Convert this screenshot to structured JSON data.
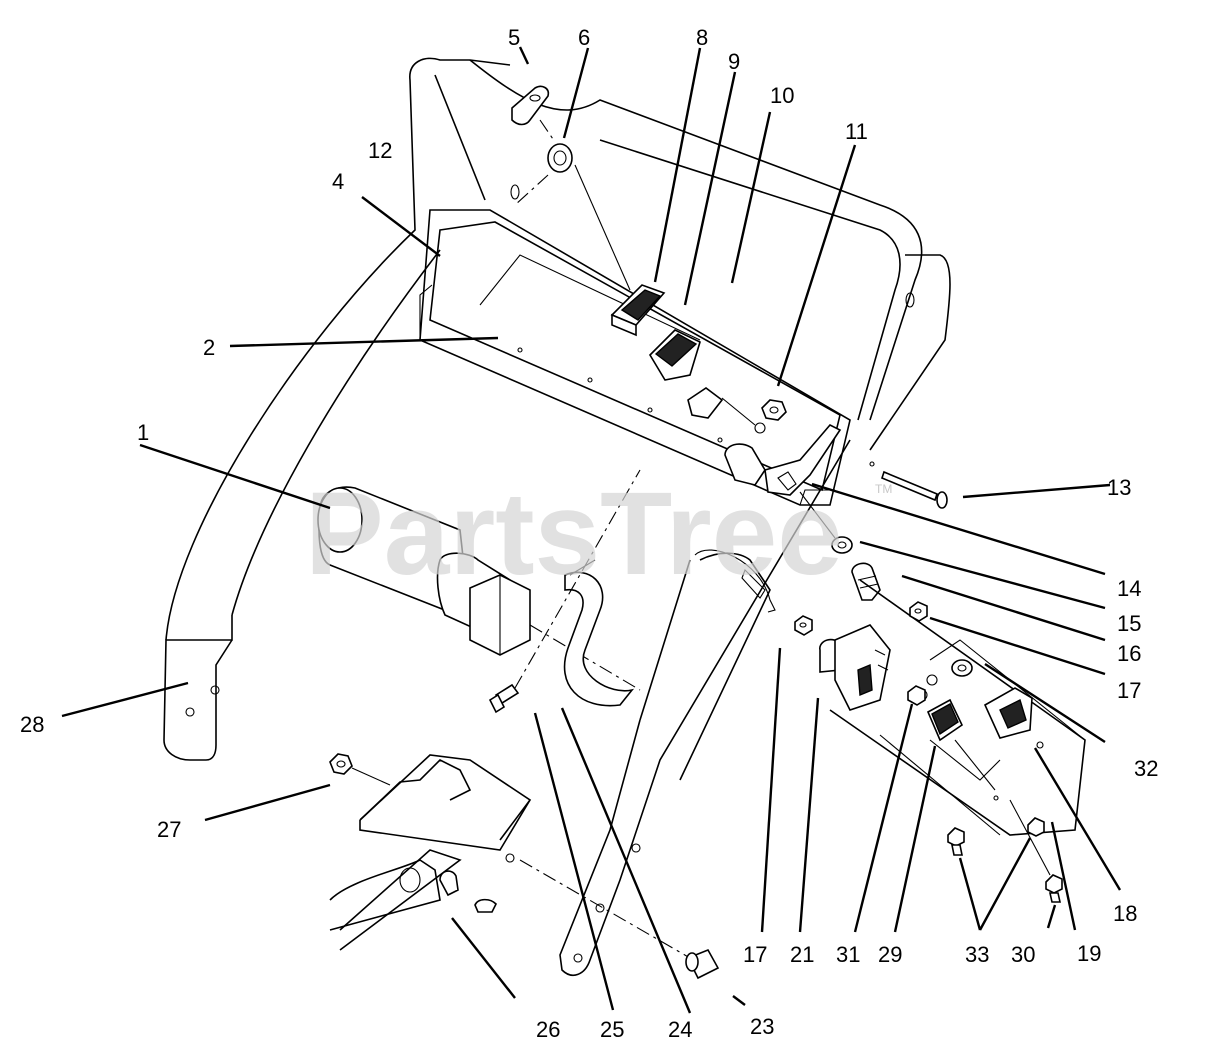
{
  "watermark": {
    "text": "PartsTree",
    "trademark": "TM"
  },
  "callouts": {
    "c1": "1",
    "c2": "2",
    "c4": "4",
    "c5": "5",
    "c6": "6",
    "c8": "8",
    "c9": "9",
    "c10": "10",
    "c11": "11",
    "c12": "12",
    "c13": "13",
    "c14": "14",
    "c15": "15",
    "c16": "16",
    "c17a": "17",
    "c17b": "17",
    "c18": "18",
    "c19": "19",
    "c21": "21",
    "c23": "23",
    "c24": "24",
    "c25": "25",
    "c26": "26",
    "c27": "27",
    "c28": "28",
    "c29": "29",
    "c30": "30",
    "c31": "31",
    "c32": "32",
    "c33": "33"
  },
  "colors": {
    "line": "#000000",
    "background": "#ffffff",
    "watermark": "#d4d4d4"
  }
}
